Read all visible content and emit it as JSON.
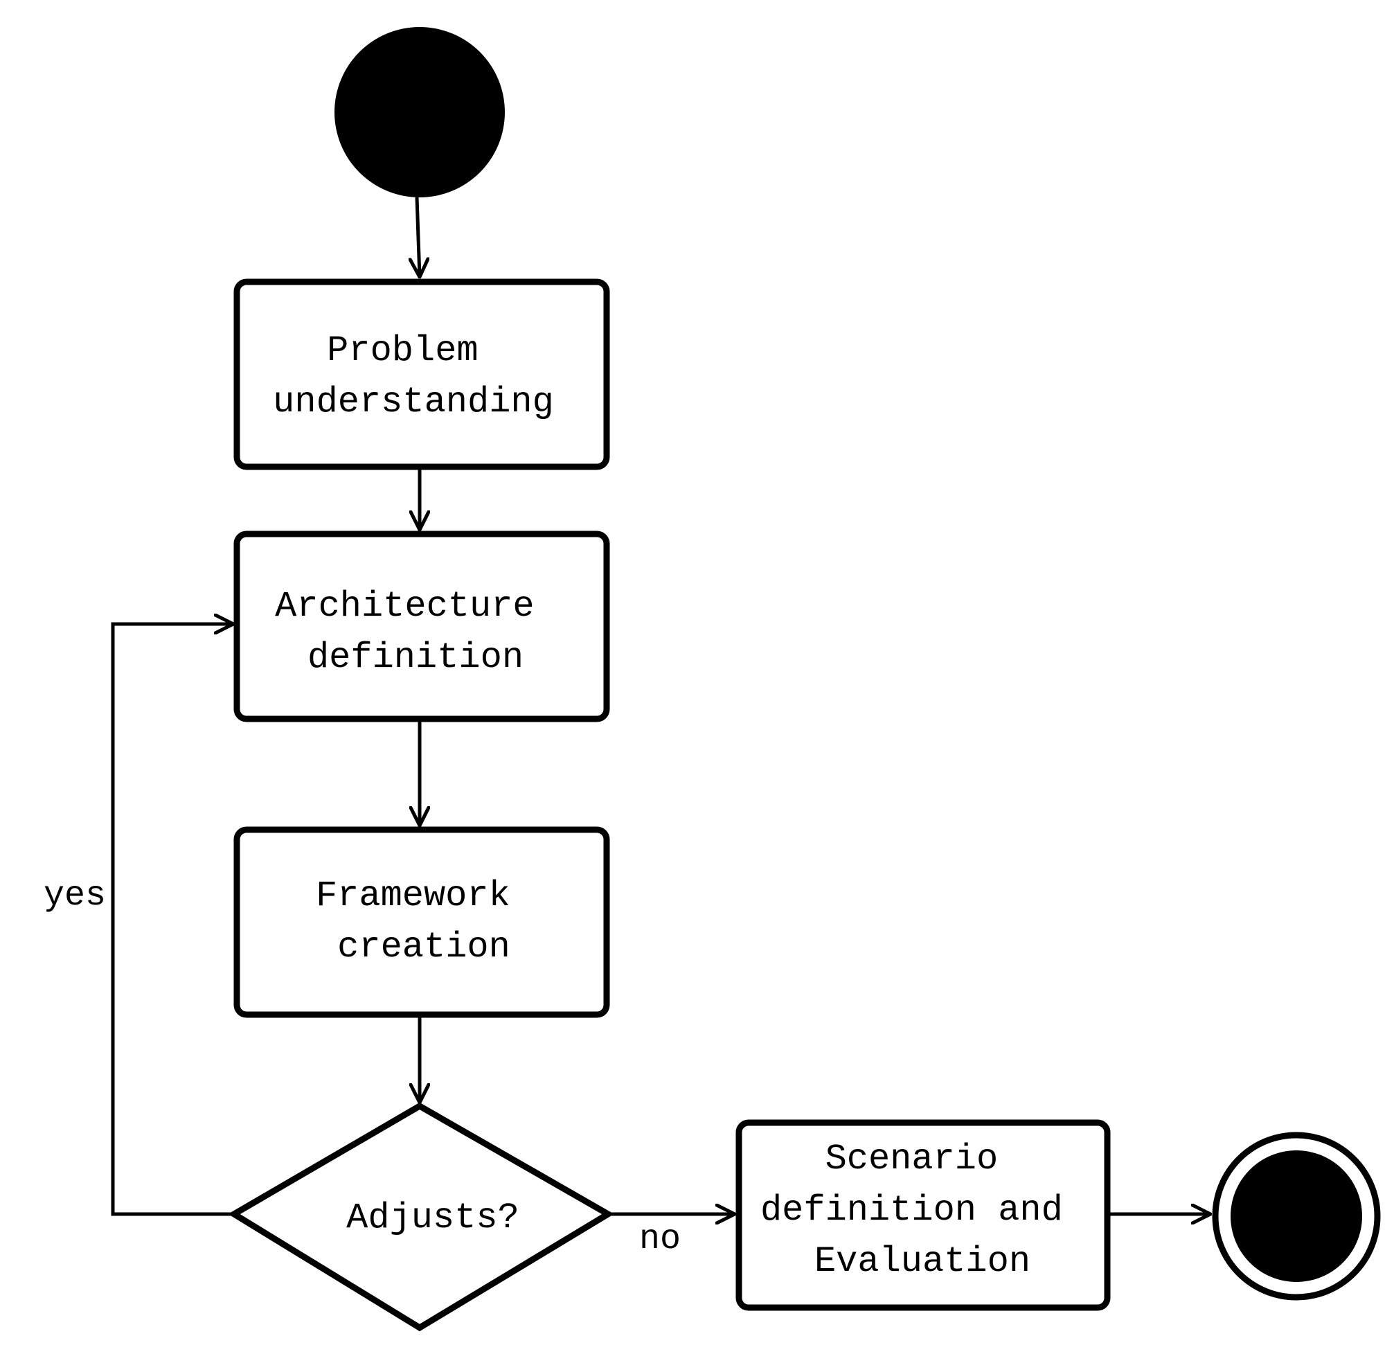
{
  "nodes": {
    "problem": {
      "lines": [
        "Problem",
        "understanding"
      ]
    },
    "architecture": {
      "lines": [
        "Architecture",
        "definition"
      ]
    },
    "framework": {
      "lines": [
        "Framework",
        "creation"
      ]
    },
    "decision": {
      "lines": [
        "Adjusts?"
      ]
    },
    "scenario": {
      "lines": [
        "Scenario",
        "definition and",
        "Evaluation"
      ]
    }
  },
  "edges": {
    "yes_label": "yes",
    "no_label": "no"
  },
  "colors": {
    "stroke": "#000000",
    "fill": "#ffffff",
    "start_end_fill": "#000000"
  }
}
